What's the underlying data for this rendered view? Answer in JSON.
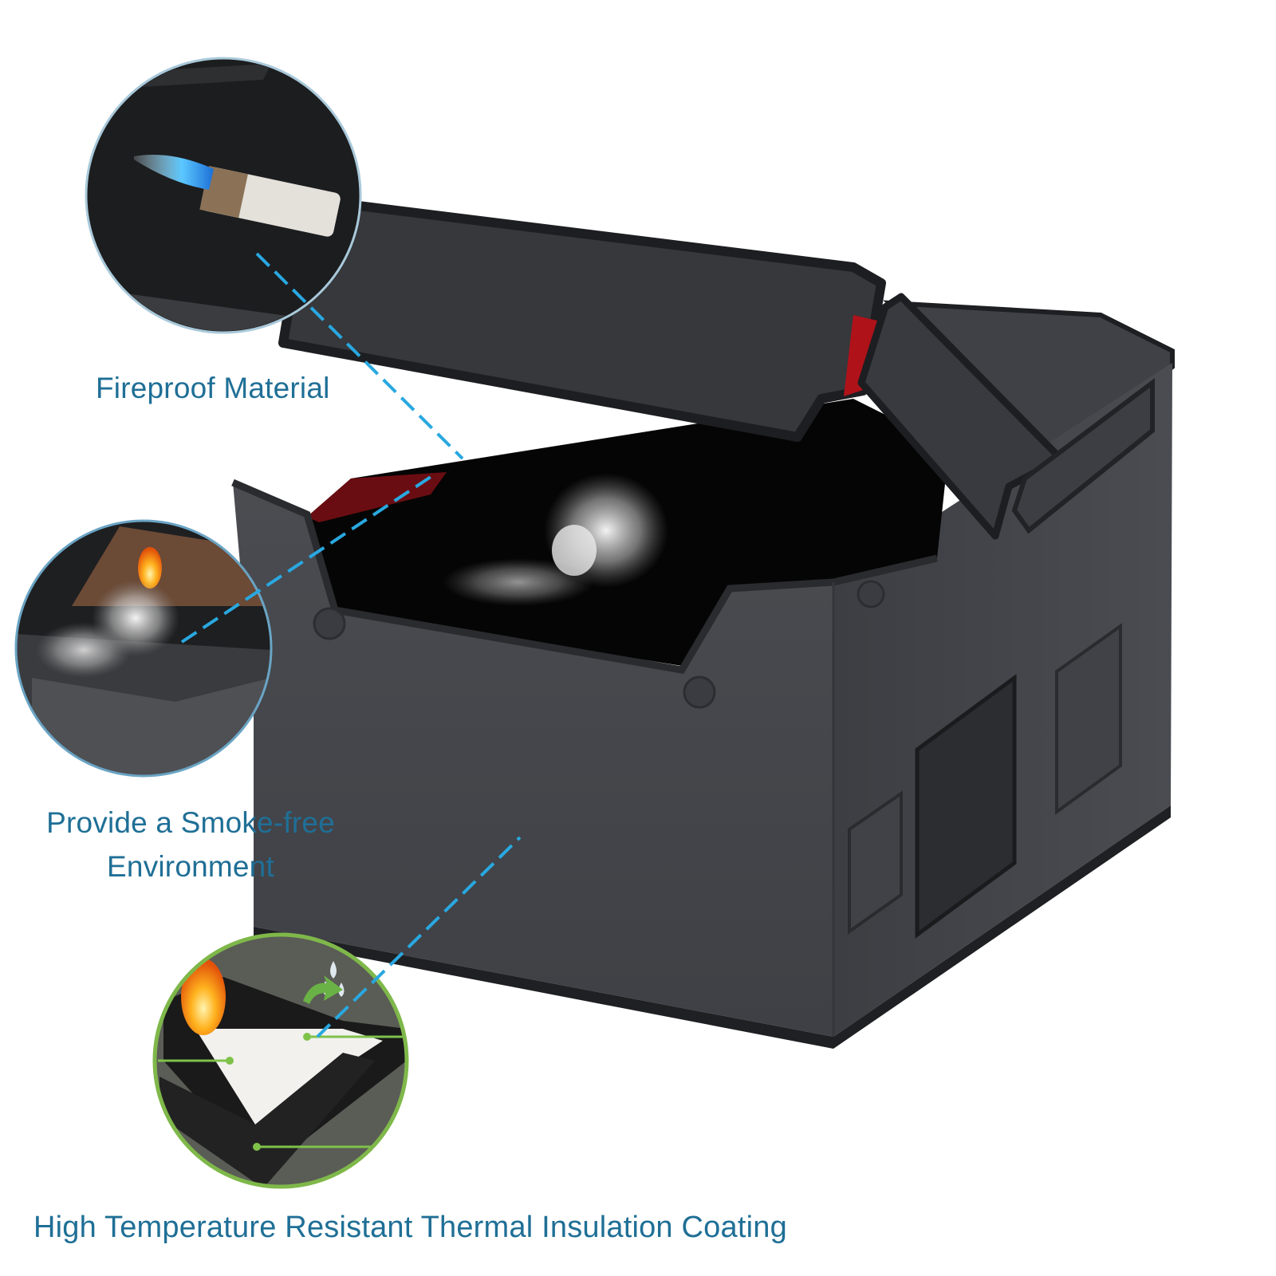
{
  "features": {
    "fireproof": "Fireproof Material",
    "smoke_line1": "Provide a Smoke-free",
    "smoke_line2": "Environment",
    "coating": "High Temperature Resistant Thermal Insulation Coating"
  },
  "colors": {
    "label_text": "#1f6f96",
    "leader_line": "#29a8e0",
    "box_body": "#45474c",
    "box_edge": "#2b2c30",
    "interior": "#050505",
    "accent_red": "#b0121a",
    "callout_ring": "#6aa046",
    "callout_ring_blue": "#a9c9da"
  },
  "icons": [
    "torch-flame",
    "smoke-plume",
    "fire-icon",
    "water-drop-icon",
    "arrow-icon"
  ]
}
